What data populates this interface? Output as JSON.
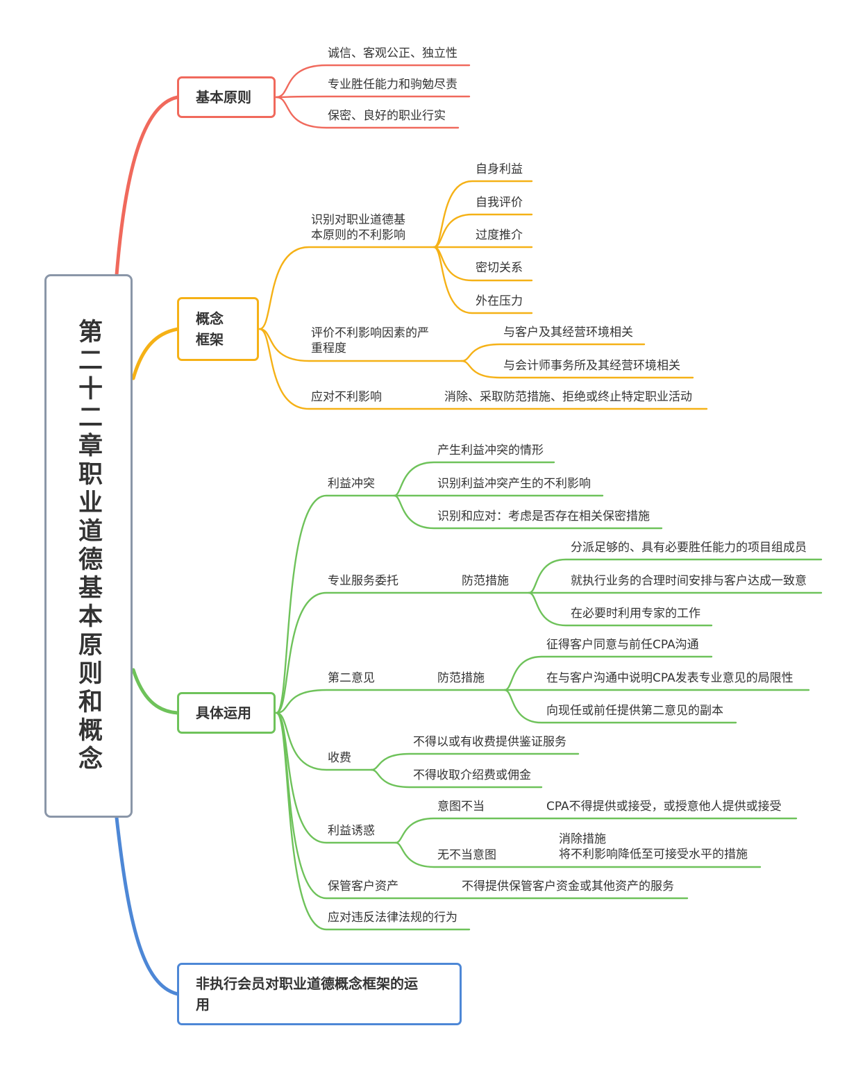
{
  "colors": {
    "root_border": "#8a96a8",
    "text": "#333333",
    "branch_principles": "#f0695c",
    "branch_framework": "#f5b116",
    "branch_application": "#6ec25a",
    "branch_non_practicing": "#4d87d6"
  },
  "root": {
    "title": "第二十二章职业道德基本原则和概念"
  },
  "principles": {
    "title": "基本原则",
    "items": [
      "诚信、客观公正、独立性",
      "专业胜任能力和驹勉尽责",
      "保密、良好的职业行实"
    ]
  },
  "framework": {
    "title": "概念\n框架",
    "identify": {
      "label": "识别对职业道德基\n本原则的不利影响",
      "items": [
        "自身利益",
        "自我评价",
        "过度推介",
        "密切关系",
        "外在压力"
      ]
    },
    "evaluate": {
      "label": "评价不利影响因素的严\n重程度",
      "items": [
        "与客户及其经营环境相关",
        "与会计师事务所及其经营环境相关"
      ]
    },
    "respond": {
      "label": "应对不利影响",
      "detail": "消除、采取防范措施、拒绝或终止特定职业活动"
    }
  },
  "application": {
    "title": "具体运用",
    "conflict": {
      "label": "利益冲突",
      "items": [
        "产生利益冲突的情形",
        "识别利益冲突产生的不利影响",
        "识别和应对：考虑是否存在相关保密措施"
      ]
    },
    "engagement": {
      "label": "专业服务委托",
      "measures_label": "防范措施",
      "items": [
        "分派足够的、具有必要胜任能力的项目组成员",
        "就执行业务的合理时间安排与客户达成一致意",
        "在必要时利用专家的工作"
      ]
    },
    "second_opinion": {
      "label": "第二意见",
      "measures_label": "防范措施",
      "items": [
        "征得客户同意与前任CPA沟通",
        "在与客户沟通中说明CPA发表专业意见的局限性",
        "向现任或前任提供第二意见的副本"
      ]
    },
    "fees": {
      "label": "收费",
      "items": [
        "不得以或有收费提供鉴证服务",
        "不得收取介绍费或佣金"
      ]
    },
    "inducement": {
      "label": "利益诱惑",
      "improper": {
        "label": "意图不当",
        "detail": "CPA不得提供或接受，或授意他人提供或接受"
      },
      "no_improper": {
        "label": "无不当意图",
        "detail": "消除措施\n将不利影响降低至可接受水平的措施"
      }
    },
    "custody": {
      "label": "保管客户资产",
      "detail": "不得提供保管客户资金或其他资产的服务"
    },
    "illegal": {
      "label": "应对违反法律法规的行为"
    }
  },
  "non_practicing": {
    "title": "非执行会员对职业道德概念框架的运\n用"
  }
}
